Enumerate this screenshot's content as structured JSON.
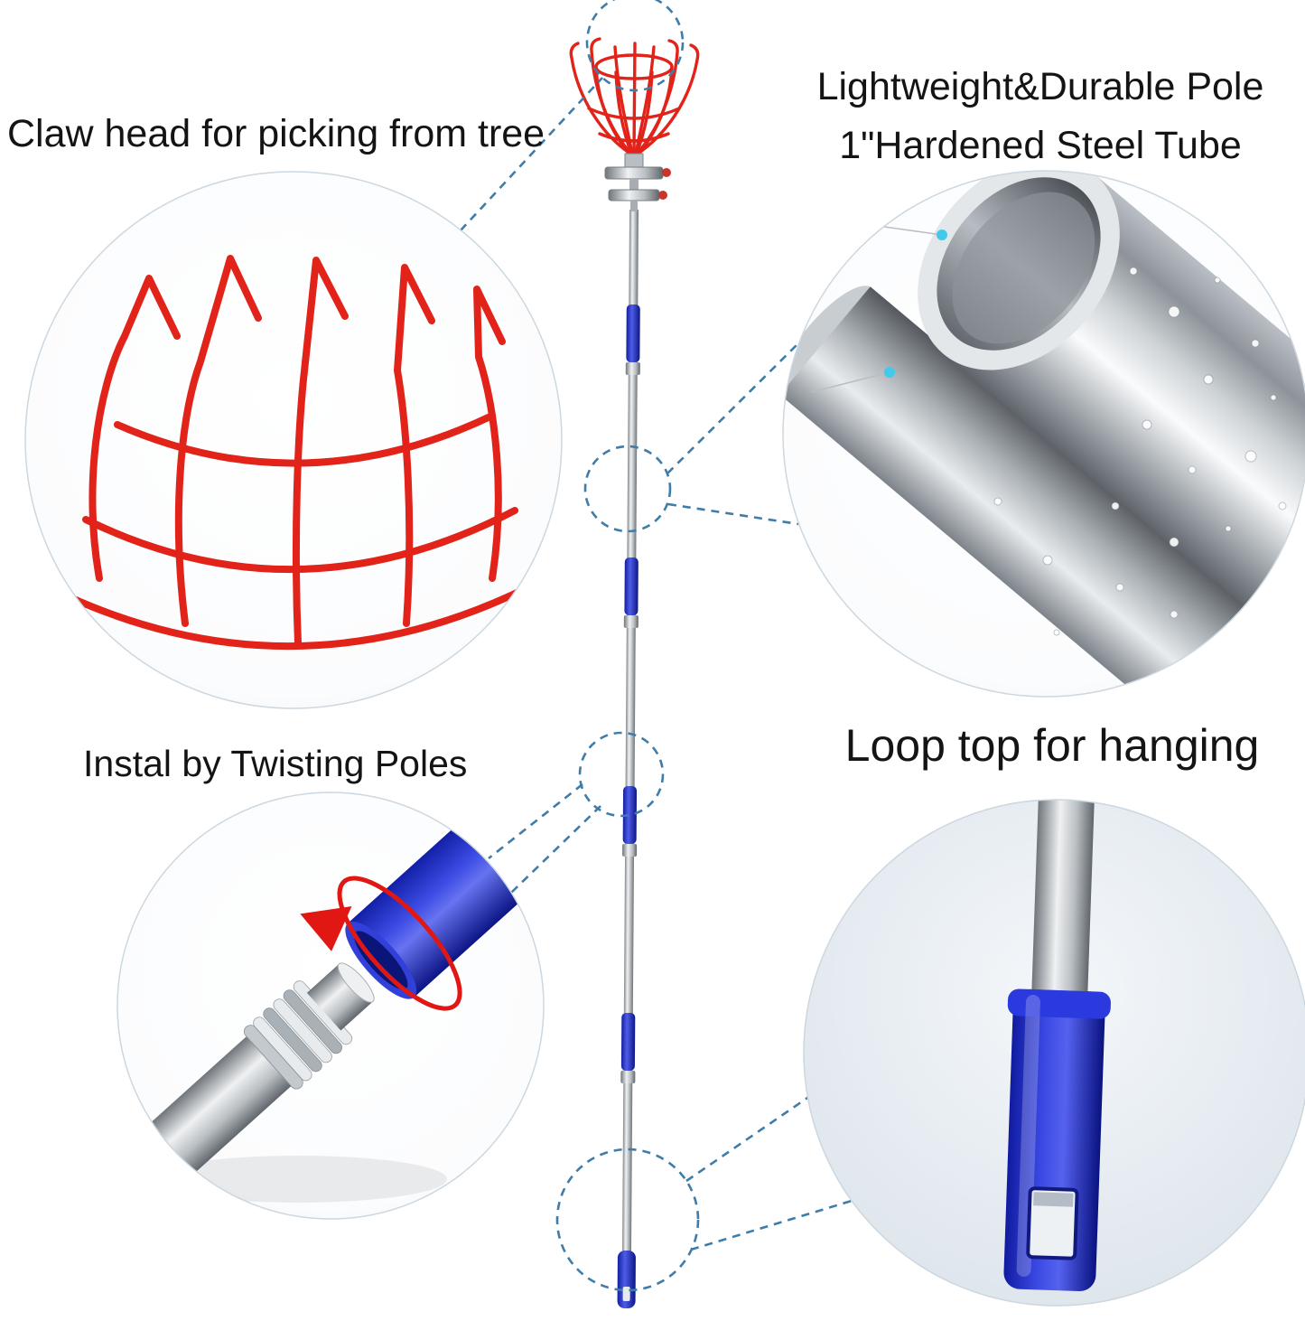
{
  "title": "Fruit picker pole product infographic",
  "annotations": {
    "claw": {
      "label": "Claw head for picking from tree"
    },
    "pole": {
      "label_line1": "Lightweight&Durable Pole",
      "label_line2": "1\"Hardened Steel Tube"
    },
    "install": {
      "label": "Instal by Twisting Poles"
    },
    "loop": {
      "label": "Loop top for hanging"
    }
  },
  "icons": {
    "claw_closeup": "claw-wire-closeup-illustration",
    "tube_closeup": "steel-tube-closeup-illustration",
    "twist_closeup": "pole-twist-closeup-illustration",
    "loop_closeup": "loop-handle-closeup-illustration",
    "product": "fruit-picker-pole-illustration"
  },
  "colors": {
    "wire_red": "#e2231a",
    "grip_blue": "#2433c8",
    "arrow_red": "#e01713",
    "callout_blue": "#3f7ca8",
    "steel_gray": "#9aa0a5",
    "text": "#141414",
    "background": "#ffffff"
  }
}
